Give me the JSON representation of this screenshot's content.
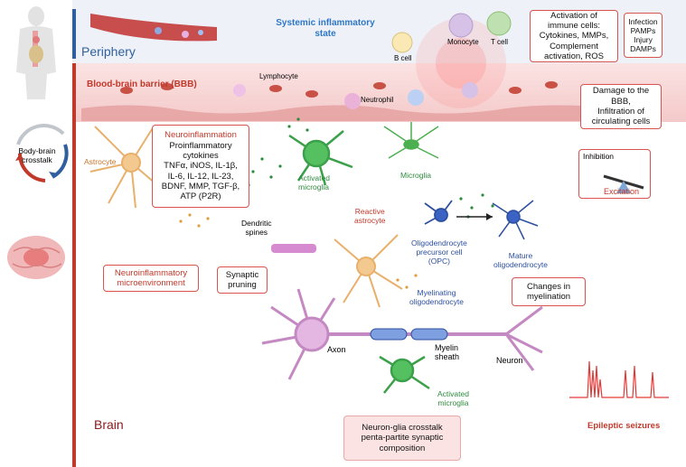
{
  "regions": {
    "periphery": "Periphery",
    "bbb": "Blood-brain barrier (BBB)",
    "brain": "Brain"
  },
  "labels": {
    "systemic": "Systemic inflammatory state",
    "b_cell": "B cell",
    "monocyte": "Monocyte",
    "t_cell": "T cell",
    "lymphocyte": "Lymphocyte",
    "neutrophil": "Neutrophil",
    "body_brain": [
      "Body-brain",
      "crosstalk"
    ],
    "astrocyte": "Astrocyte",
    "activated_microglia_top": [
      "Activated",
      "microglia"
    ],
    "microglia": "Microglia",
    "inhibition": "Inhibition",
    "excitation": "Excitation",
    "dendritic_spines": [
      "Dendritic",
      "spines"
    ],
    "reactive_astrocyte": [
      "Reactive",
      "astrocyte"
    ],
    "opc": [
      "Oligodendrocyte",
      "precursor cell",
      "(OPC)"
    ],
    "mature_oligo": [
      "Mature",
      "oligodendrocyte"
    ],
    "myelinating": [
      "Myelinating",
      "oligodendrocyte"
    ],
    "axon": "Axon",
    "myelin_sheath": [
      "Myelin",
      "sheath"
    ],
    "neuron": "Neuron",
    "activated_microglia_bottom": [
      "Activated",
      "microglia"
    ],
    "epileptic": "Epileptic seizures"
  },
  "boxes": {
    "activation": [
      "Activation of",
      "immune cells:",
      "Cytokines, MMPs,",
      "Complement",
      "activation, ROS"
    ],
    "infection": [
      "Infection",
      "PAMPs",
      "Injury",
      "DAMPs"
    ],
    "damage": [
      "Damage to the",
      "BBB,",
      "Infiltration of",
      "circulating cells"
    ],
    "neuroinflammation_title": "Neuroinflammation",
    "neuroinflammation": [
      "Proinflammatory",
      "cytokines",
      "TNFα, iNOS, IL-1β,",
      "IL-6, IL-12, IL-23,",
      "BDNF, MMP, TGF-β,",
      "ATP (P2R)"
    ],
    "microenv": [
      "Neuroinflammatory",
      "microenvironment"
    ],
    "synaptic": [
      "Synaptic",
      "pruning"
    ],
    "myelination": [
      "Changes in",
      "myelination"
    ],
    "crosstalk": [
      "Neuron-glia crosstalk",
      "penta-partite synaptic",
      "composition"
    ]
  },
  "colors": {
    "accent_red": "#c0392b",
    "periphery_blue": "#2f5f9e",
    "bbb_pink": "#f6d6d6",
    "microglia_green": "#2e8b3e",
    "oligo_blue": "#2c4f9e",
    "neuron_purple": "#c489c2"
  }
}
